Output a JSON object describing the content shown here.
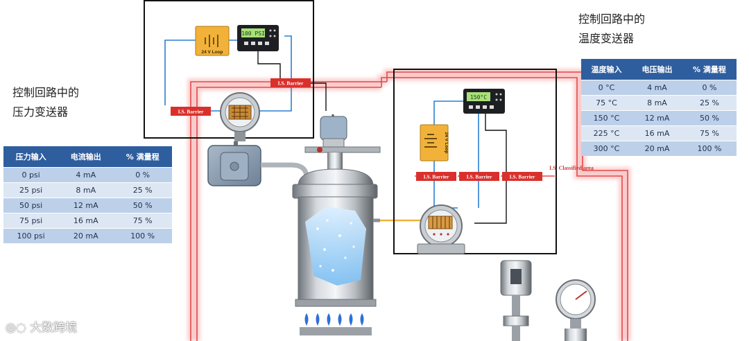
{
  "captions": {
    "pressure_line1": "控制回路中的",
    "pressure_line2": "压力变送器",
    "temperature_line1": "控制回路中的",
    "temperature_line2": "温度变送器"
  },
  "pressure_table": {
    "headers": [
      "压力输入",
      "电流输出",
      "% 满量程"
    ],
    "rows": [
      [
        "0 psi",
        "4 mA",
        "0 %"
      ],
      [
        "25 psi",
        "8 mA",
        "25 %"
      ],
      [
        "50 psi",
        "12 mA",
        "50 %"
      ],
      [
        "75 psi",
        "16 mA",
        "75 %"
      ],
      [
        "100 psi",
        "20 mA",
        "100 %"
      ]
    ]
  },
  "temperature_table": {
    "headers": [
      "温度输入",
      "电压输出",
      "% 满量程"
    ],
    "rows": [
      [
        "0 °C",
        "4 mA",
        "0 %"
      ],
      [
        "75 °C",
        "8 mA",
        "25 %"
      ],
      [
        "150 °C",
        "12 mA",
        "50 %"
      ],
      [
        "225 °C",
        "16 mA",
        "75 %"
      ],
      [
        "300 °C",
        "20 mA",
        "100 %"
      ]
    ]
  },
  "diagram": {
    "loop_label": "24 V Loop",
    "barrier_label": "I.S. Barrier",
    "pressure_display": "100 PSI",
    "temperature_display": "150°C",
    "classified_area": "I.S. Classified area"
  },
  "watermark": "大数跨境",
  "colors": {
    "table_header": "#2f5e9e",
    "barrier_red": "#d9302c",
    "hazard_glow": "#f26b6b",
    "signal_blue": "#2a7fd0",
    "loop_amber": "#f2b23a"
  }
}
